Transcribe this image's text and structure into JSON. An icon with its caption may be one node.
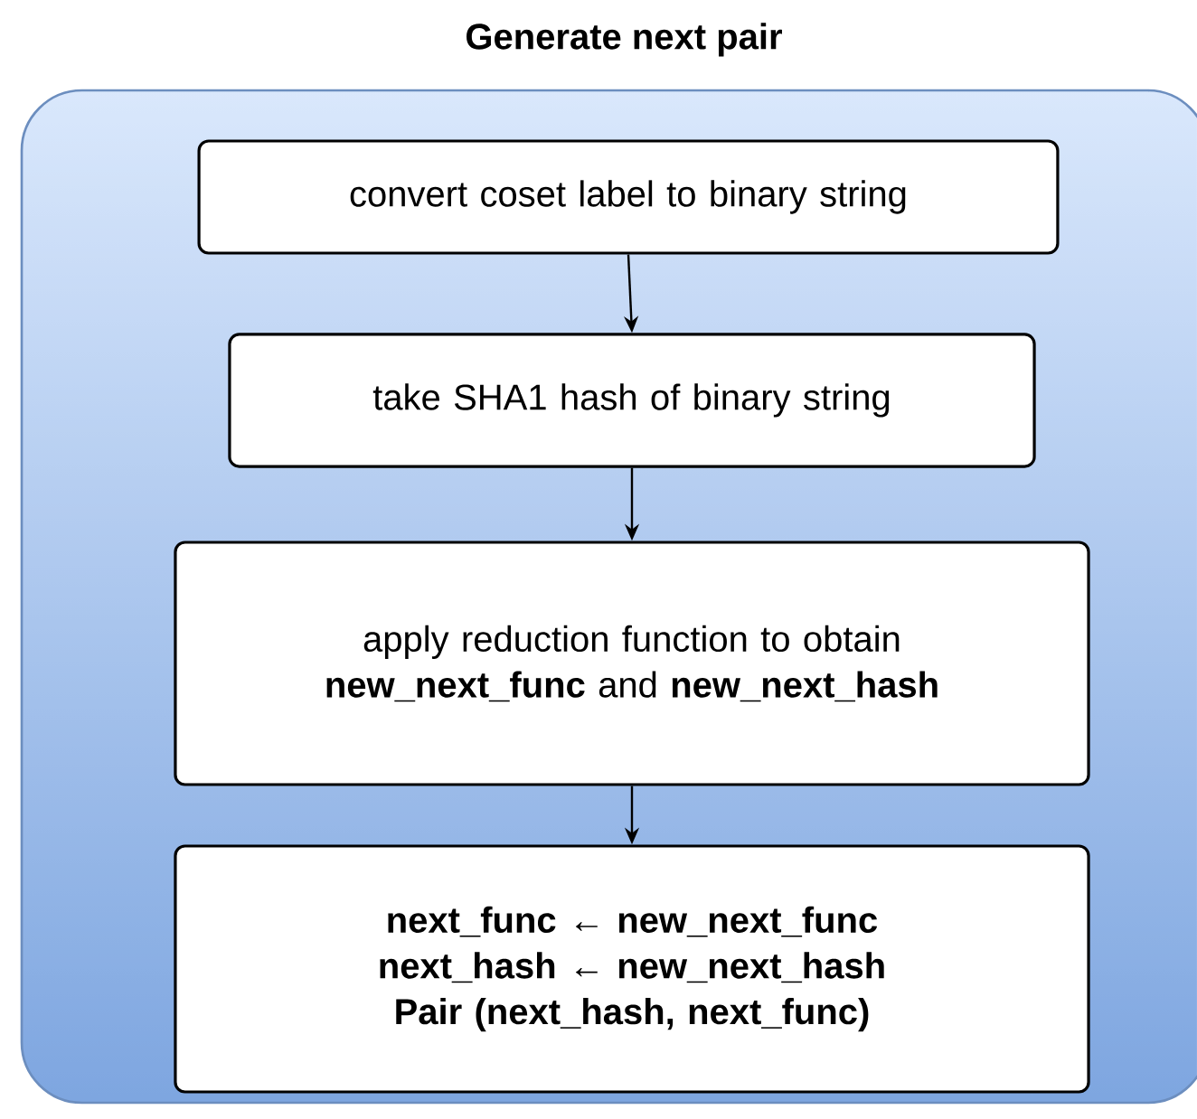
{
  "diagram": {
    "nodes": [
      {
        "text": [
          "Generate next pair"
        ]
      },
      {
        "text": [
          "convert coset label to binary string"
        ],
        "in": 0
      },
      {
        "text": [
          "take SHA1 hash of binary string"
        ],
        "in": 0
      },
      {
        "text": [
          "apply reduction function to obtain **new_next_func** and **new_next_hash**"
        ],
        "in": 0
      },
      {
        "text": [
          "next_func ← new_next_func",
          "next_hash ← new_next_hash",
          "Pair (next_hash, next_func)"
        ],
        "in": 0
      }
    ],
    "edges": [
      {
        "from": 1,
        "to": 2,
        "arrow": "to"
      },
      {
        "from": 2,
        "to": 3,
        "arrow": "to"
      },
      {
        "from": 3,
        "to": 4,
        "arrow": "to"
      }
    ]
  }
}
